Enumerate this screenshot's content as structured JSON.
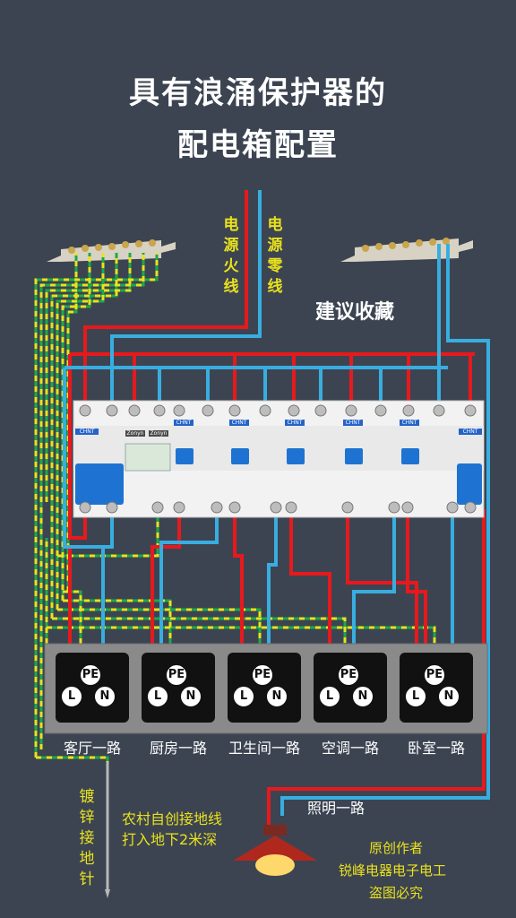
{
  "title": {
    "line1": "具有浪涌保护器的",
    "line2": "配电箱配置"
  },
  "supply": {
    "live": "电源火线",
    "neutral": "电源零线"
  },
  "bookmark": "建议收藏",
  "breaker_brand": "CHNT",
  "spd_brand": "Zonyn",
  "terminals": {
    "pe": "PE",
    "live": "L",
    "neutral": "N"
  },
  "circuits": [
    {
      "label": "客厅一路"
    },
    {
      "label": "厨房一路"
    },
    {
      "label": "卫生间一路"
    },
    {
      "label": "空调一路"
    },
    {
      "label": "卧室一路"
    }
  ],
  "lighting": "照明一路",
  "ground_rod": "镀锌接地针",
  "note": {
    "line1": "农村自创接地线",
    "line2": "打入地下2米深"
  },
  "credit": {
    "line1": "原创作者",
    "line2": "锐峰电器电子电工",
    "line3": "盗图必究"
  },
  "colors": {
    "live": "#e8191c",
    "neutral": "#38aee0",
    "earth_green": "#1fa84a",
    "earth_yellow": "#e9e21c",
    "background": "#3c4452"
  }
}
